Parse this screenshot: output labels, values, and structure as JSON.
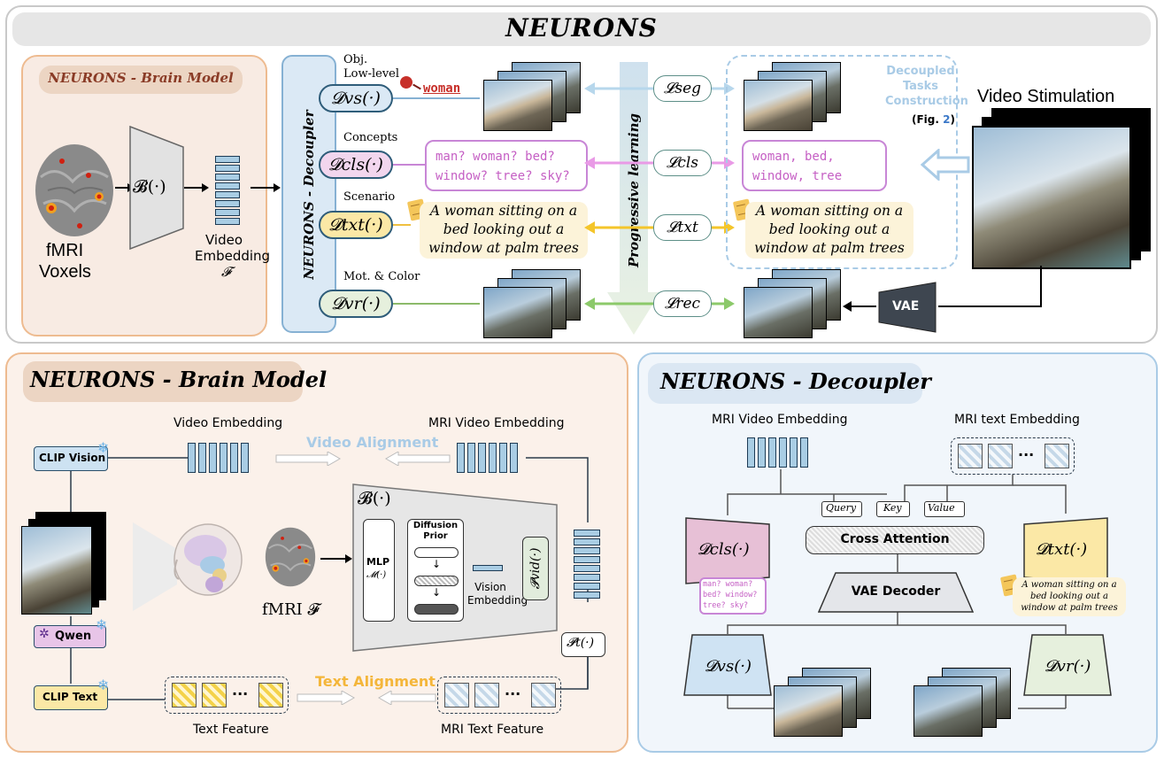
{
  "top": {
    "title": "NEURONS",
    "brain_model_title": "NEURONS - Brain Model",
    "fmri_label_1": "fMRI",
    "fmri_label_2": "Voxels",
    "b_func": "𝓑(·)",
    "emb_label_1": "Video",
    "emb_label_2": "Embedding",
    "emb_symbol": "𝓕",
    "decoupler_label": "NEURONS - Decoupler",
    "heads": [
      {
        "caption": "Obj.\nLow-level",
        "func": "𝓓vs(·)"
      },
      {
        "caption": "Concepts",
        "func": "𝓓cls(·)"
      },
      {
        "caption": "Scenario",
        "func": "𝓓txt(·)"
      },
      {
        "caption": "Mot. & Color",
        "func": "𝓓vr(·)"
      }
    ],
    "woman_tag": "woman",
    "concept_pred": "man? woman? bed?\nwindow? tree? sky?",
    "scenario_pred": "A woman sitting on a\nbed looking out a\nwindow at palm trees",
    "progressive_label": "Progressive learning",
    "losses": [
      "𝓛seg",
      "𝓛cls",
      "𝓛txt",
      "𝓛rec"
    ],
    "dtc_label": "Decoupled\nTasks\nConstruction",
    "dtc_ref_prefix": "(Fig. ",
    "dtc_ref_num": "2",
    "dtc_ref_suffix": ")",
    "concept_gt": "woman, bed,\nwindow, tree",
    "scenario_gt": "A woman sitting on a\nbed looking out a\nwindow at palm trees",
    "video_stim_label": "Video Stimulation",
    "vae_label": "VAE"
  },
  "bl": {
    "title": "NEURONS - Brain Model",
    "clip_vision": "CLIP Vision",
    "qwen": "Qwen",
    "clip_text": "CLIP Text",
    "video_emb_label": "Video Embedding",
    "mri_video_emb_label": "MRI Video Embedding",
    "video_alignment": "Video Alignment",
    "text_alignment": "Text Alignment",
    "b_func": "𝓑(·)",
    "fmri_label": "fMRI  𝓕",
    "mlp_label": "MLP",
    "mlp_func": "𝓜(·)",
    "diffusion_label": "Diffusion\nPrior",
    "vision_emb_label": "Vision\nEmbedding",
    "p_vid": "𝓟vid(·)",
    "p_t": "𝓟t(·)",
    "text_feature_label": "Text Feature",
    "mri_text_feature_label": "MRI Text Feature",
    "ellipsis": "···"
  },
  "br": {
    "title": "NEURONS - Decoupler",
    "mri_video_emb_label": "MRI Video Embedding",
    "mri_text_emb_label": "MRI text Embedding",
    "query": "Query",
    "key": "Key",
    "value": "Value",
    "cross_attention": "Cross Attention",
    "vae_decoder": "VAE Decoder",
    "d_cls": "𝓓cls(·)",
    "d_txt": "𝓓txt(·)",
    "d_vs": "𝓓vs(·)",
    "d_vr": "𝓓vr(·)",
    "concept_pred": "man? woman?\nbed? window?\ntree? sky?",
    "scenario_pred": "A woman sitting on a\nbed looking out a\nwindow at palm trees",
    "ellipsis": "···"
  },
  "colors": {
    "blue_head": "#dbe9f5",
    "pink_head": "#f2d6ee",
    "yellow_head": "#fbe8a6",
    "green_head": "#e6f0dd",
    "orange_panel_border": "#eebb90",
    "blue_panel_border": "#a9cbe6",
    "text_align": "#f4b63a",
    "video_align": "#a9cbe6"
  }
}
